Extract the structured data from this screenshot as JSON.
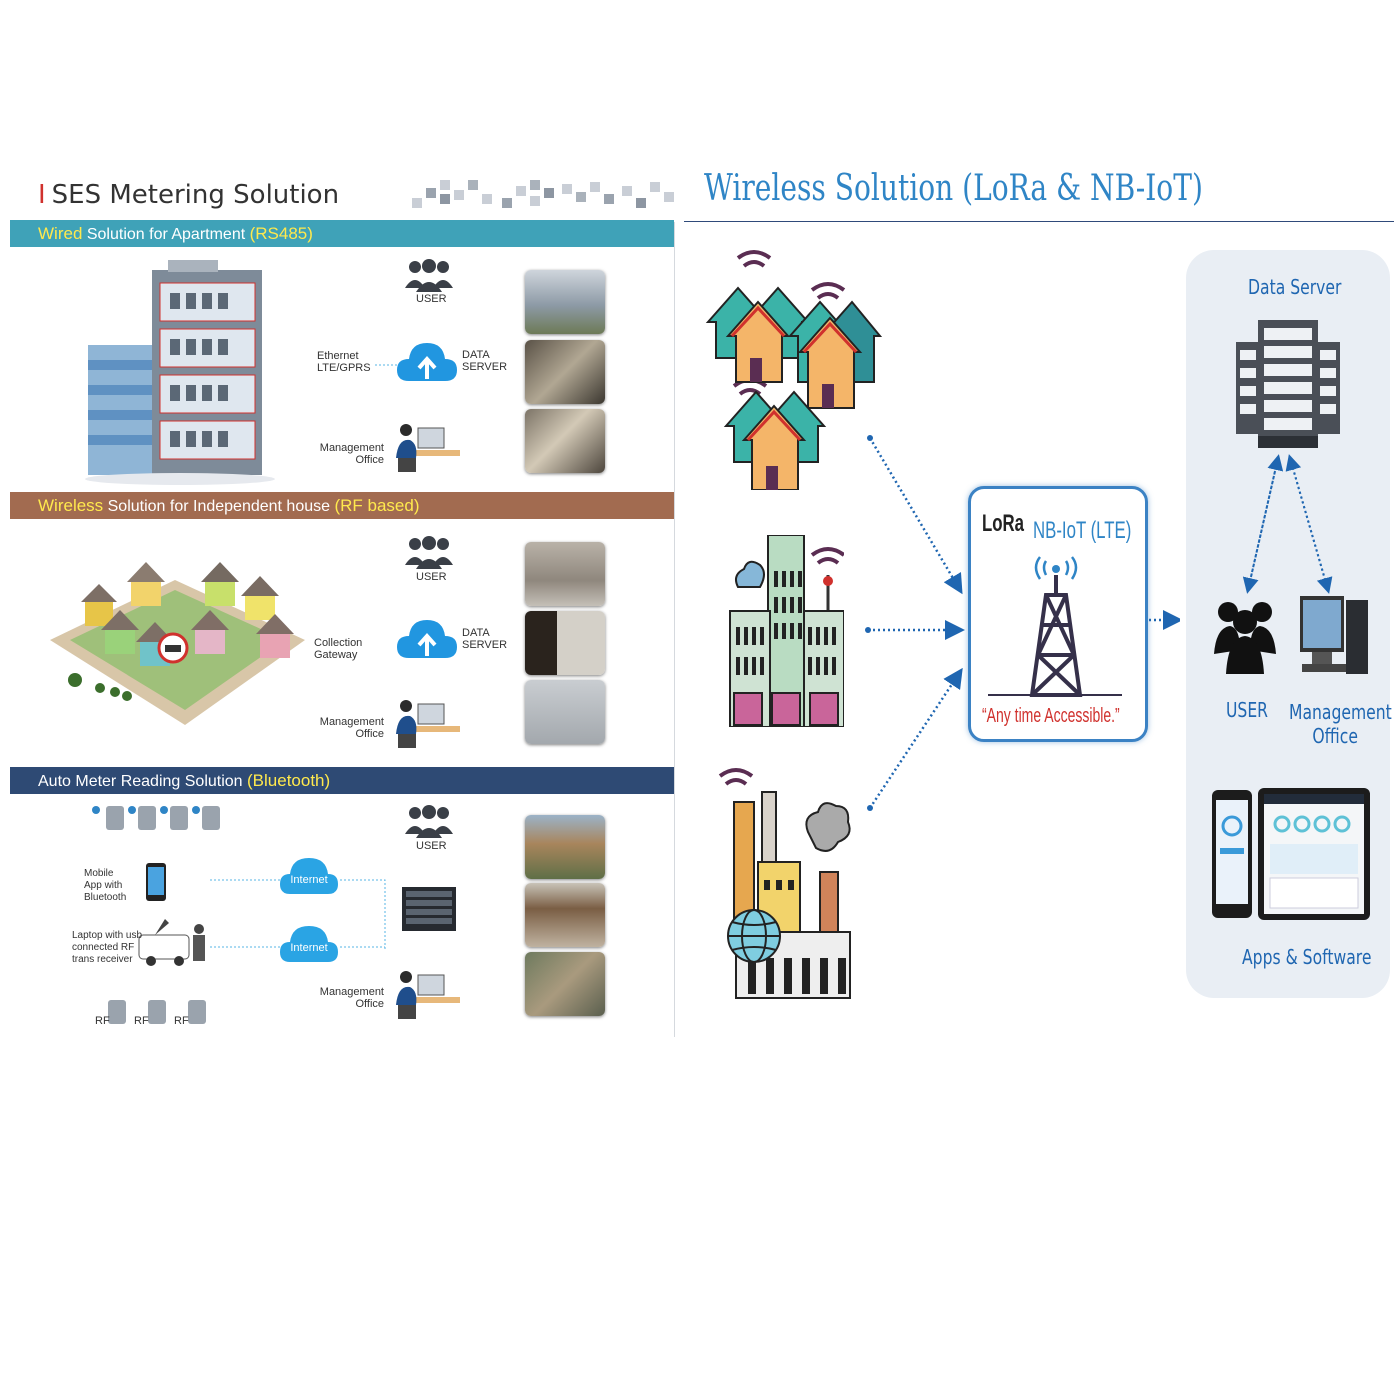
{
  "left": {
    "title": "SES Metering Solution",
    "sections": [
      {
        "highlight": "Wired",
        "text": " Solution for Apartment ",
        "tag": "(RS485)",
        "color": "#3fa2b8"
      },
      {
        "highlight": "Wireless",
        "text": " Solution for Independent house ",
        "tag": "(RF based)",
        "color": "#a26b50"
      },
      {
        "highlight": "",
        "text": "Auto Meter Reading Solution ",
        "tag": "(Bluetooth)",
        "color": "#2e4a74"
      }
    ],
    "labels": {
      "user": "USER",
      "data_server_1": "DATA",
      "data_server_2": "SERVER",
      "ethernet_1": "Ethernet",
      "ethernet_2": "LTE/GPRS",
      "mgmt_1": "Management",
      "mgmt_2": "Office",
      "gateway_1": "Collection",
      "gateway_2": "Gateway",
      "internet": "Internet",
      "mobile_1": "Mobile",
      "mobile_2": "App with",
      "mobile_3": "Bluetooth",
      "laptop_1": "Laptop  with usb",
      "laptop_2": "connected  RF",
      "laptop_3": "trans receiver",
      "rf": "RF"
    }
  },
  "right": {
    "title": "Wireless Solution (LoRa & NB-IoT)",
    "hub": {
      "lora": "LoRa",
      "nbiot": "NB-IoT (LTE)",
      "slogan": "“Any time  Accessible.”"
    },
    "panel": {
      "data_server": "Data Server",
      "user": "USER",
      "mgmt_1": "Management",
      "mgmt_2": "Office",
      "apps": "Apps & Software"
    }
  },
  "colors": {
    "accent": "#2f85c6",
    "slogan": "#d0312d"
  }
}
